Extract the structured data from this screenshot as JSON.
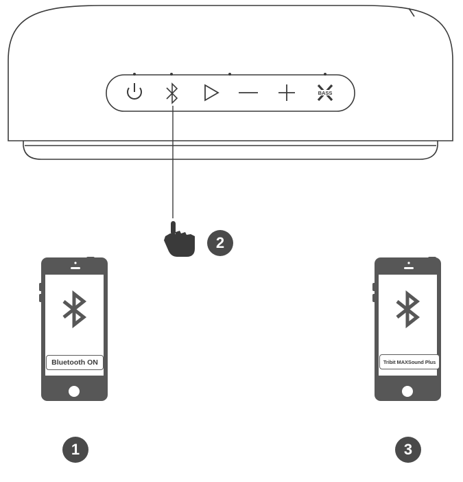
{
  "colors": {
    "outline": "#3a3a3a",
    "phone_body": "#575757",
    "phone_screen": "#ffffff",
    "step_circle": "#4a4a4a",
    "step_text": "#ffffff"
  },
  "speaker": {
    "buttons": [
      {
        "name": "power-button",
        "icon": "power-icon"
      },
      {
        "name": "bluetooth-button",
        "icon": "bluetooth-icon"
      },
      {
        "name": "play-button",
        "icon": "play-icon"
      },
      {
        "name": "volume-down-button",
        "icon": "minus-icon"
      },
      {
        "name": "volume-up-button",
        "icon": "plus-icon"
      },
      {
        "name": "xbass-button",
        "icon": "xbass-icon",
        "label": "BASS"
      }
    ]
  },
  "gesture": {
    "icon": "pointing-hand-icon",
    "target": "bluetooth-button"
  },
  "steps": [
    {
      "number": "1",
      "phone_label": "Bluetooth ON",
      "phone_icon": "bluetooth-icon"
    },
    {
      "number": "2"
    },
    {
      "number": "3",
      "phone_label": "Tribit MAXSound Plus",
      "phone_icon": "bluetooth-icon"
    }
  ]
}
